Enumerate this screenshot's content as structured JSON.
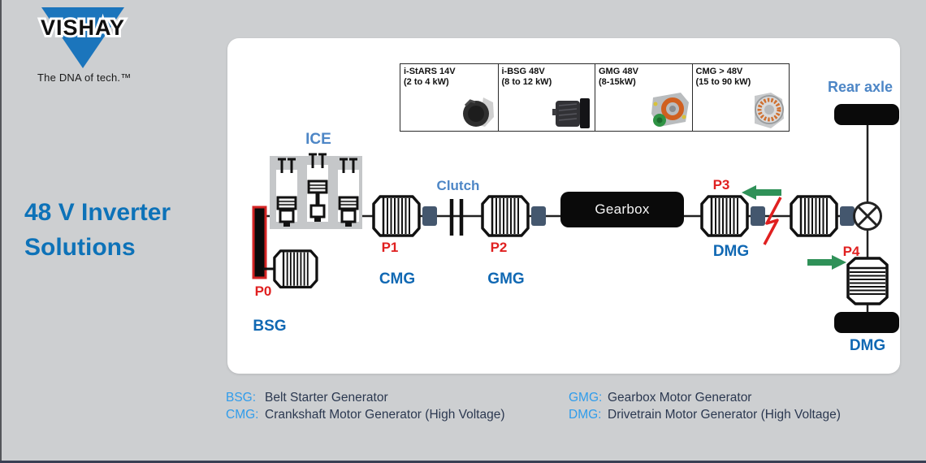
{
  "brand": {
    "logo_text": "VISHAY",
    "tagline": "The DNA of tech.™",
    "logo_blue": "#1b75bc"
  },
  "title": {
    "line1": "48 V Inverter",
    "line2": "Solutions",
    "color": "#0d72b8"
  },
  "products": {
    "items": [
      {
        "name": "i-StARS 14V",
        "power": "(2 to 4 kW)"
      },
      {
        "name": "i-BSG 48V",
        "power": "(8 to 12 kW)"
      },
      {
        "name": "GMG 48V",
        "power": "(8-15kW)"
      },
      {
        "name": "CMG > 48V",
        "power": "(15 to 90 kW)"
      }
    ]
  },
  "diagram": {
    "labels": {
      "ice": "ICE",
      "clutch": "Clutch",
      "gearbox": "Gearbox",
      "rear_axle": "Rear axle",
      "p0": "P0",
      "p1": "P1",
      "p2": "P2",
      "p3": "P3",
      "p4": "P4",
      "bsg": "BSG",
      "cmg": "CMG",
      "gmg": "GMG",
      "dmg_mid": "DMG",
      "dmg_bottom": "DMG"
    },
    "colors": {
      "position_red": "#e02020",
      "component_label_blue": "#4d86c6",
      "generator_blue": "#1068b3",
      "arrow_green": "#2f9158",
      "coupler_slate": "#44576e"
    }
  },
  "legend": {
    "left": [
      {
        "abbr": "BSG:",
        "text": "Belt Starter Generator"
      },
      {
        "abbr": "CMG:",
        "text": "Crankshaft Motor Generator (High Voltage)"
      }
    ],
    "right": [
      {
        "abbr": "GMG:",
        "text": "Gearbox Motor Generator"
      },
      {
        "abbr": "DMG:",
        "text": "Drivetrain Motor Generator (High Voltage)"
      }
    ]
  }
}
